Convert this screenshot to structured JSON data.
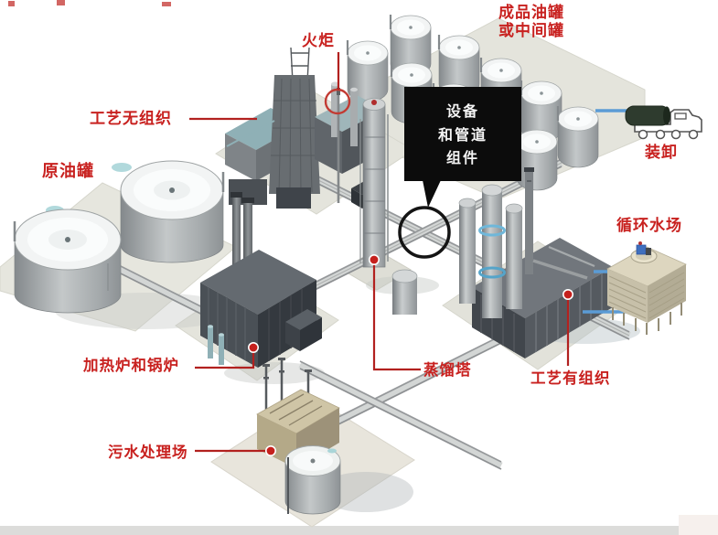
{
  "labels": {
    "flare": "火炬",
    "product_tanks": [
      "成品油罐",
      "或中间罐"
    ],
    "process_fugitive": "工艺无组织",
    "crude_oil_tank": "原油罐",
    "equipment_callout": [
      "设备",
      "和管道",
      "组件"
    ],
    "loading_unloading": "装卸",
    "circulating_water": "循环水场",
    "heater_boiler": "加热炉和锅炉",
    "distillation_tower": "蒸馏塔",
    "process_organized": "工艺有组织",
    "wastewater_plant": "污水处理场"
  },
  "colors": {
    "label_red": "#c8211f",
    "leader_red": "#b2211f",
    "highlight_circle_red": "#c23b33",
    "callout_bg": "#0c0c0c",
    "callout_text": "#f4f4f4",
    "pipe_blue": "#5b9bd5",
    "ground_pad": "#e4e4dc",
    "tank_top_white": "#f2f4f4"
  }
}
